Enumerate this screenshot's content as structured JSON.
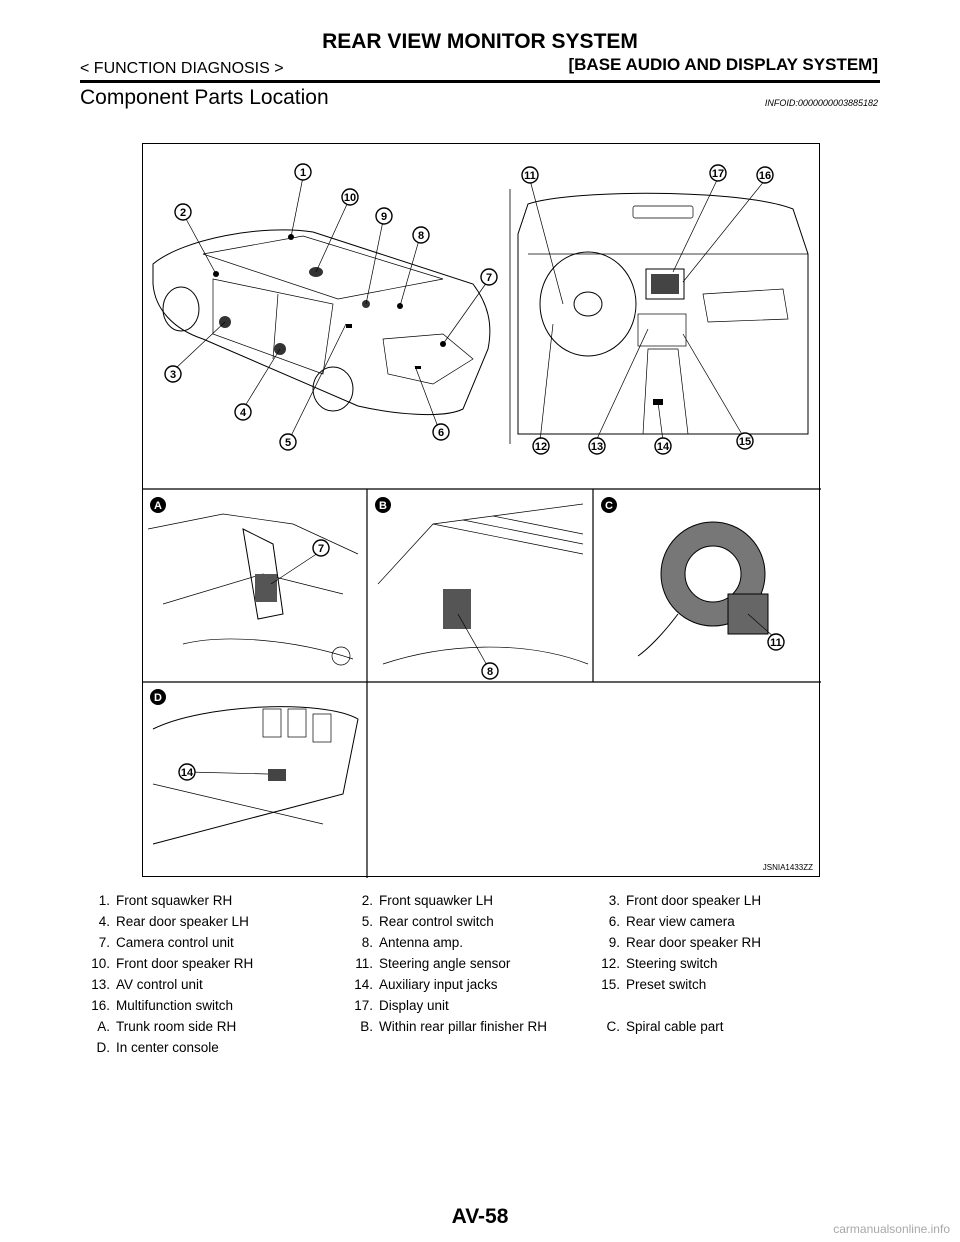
{
  "header": {
    "title": "REAR VIEW MONITOR SYSTEM",
    "left": "< FUNCTION DIAGNOSIS >",
    "right": "[BASE AUDIO AND DISPLAY SYSTEM]"
  },
  "section": {
    "title": "Component Parts Location",
    "infoid": "INFOID:0000000003885182"
  },
  "figure": {
    "code": "JSNIA1433ZZ",
    "panels": [
      "A",
      "B",
      "C",
      "D"
    ],
    "callouts_top": [
      "1",
      "2",
      "3",
      "4",
      "5",
      "6",
      "7",
      "8",
      "9",
      "10",
      "11",
      "12",
      "13",
      "14",
      "15",
      "16",
      "17"
    ],
    "callouts_a": [
      "7"
    ],
    "callouts_b": [
      "8"
    ],
    "callouts_c": [
      "11"
    ],
    "callouts_d": [
      "14"
    ]
  },
  "legend": [
    [
      {
        "num": "1.",
        "text": "Front squawker RH"
      },
      {
        "num": "2.",
        "text": "Front squawker LH"
      },
      {
        "num": "3.",
        "text": "Front door speaker LH"
      }
    ],
    [
      {
        "num": "4.",
        "text": "Rear door speaker LH"
      },
      {
        "num": "5.",
        "text": "Rear control switch"
      },
      {
        "num": "6.",
        "text": "Rear view camera"
      }
    ],
    [
      {
        "num": "7.",
        "text": "Camera control unit"
      },
      {
        "num": "8.",
        "text": "Antenna amp."
      },
      {
        "num": "9.",
        "text": "Rear door speaker RH"
      }
    ],
    [
      {
        "num": "10.",
        "text": "Front door speaker RH"
      },
      {
        "num": "11.",
        "text": "Steering angle sensor"
      },
      {
        "num": "12.",
        "text": "Steering switch"
      }
    ],
    [
      {
        "num": "13.",
        "text": "AV control unit"
      },
      {
        "num": "14.",
        "text": "Auxiliary input jacks"
      },
      {
        "num": "15.",
        "text": "Preset switch"
      }
    ],
    [
      {
        "num": "16.",
        "text": "Multifunction switch"
      },
      {
        "num": "17.",
        "text": "Display unit"
      },
      {
        "num": "",
        "text": ""
      }
    ],
    [
      {
        "num": "A.",
        "text": "Trunk room side RH"
      },
      {
        "num": "B.",
        "text": "Within rear pillar finisher RH"
      },
      {
        "num": "C.",
        "text": "Spiral cable part"
      }
    ],
    [
      {
        "num": "D.",
        "text": "In center console"
      },
      {
        "num": "",
        "text": ""
      },
      {
        "num": "",
        "text": ""
      }
    ]
  ],
  "footer": {
    "page": "AV-58",
    "watermark": "carmanualsonline.info"
  }
}
